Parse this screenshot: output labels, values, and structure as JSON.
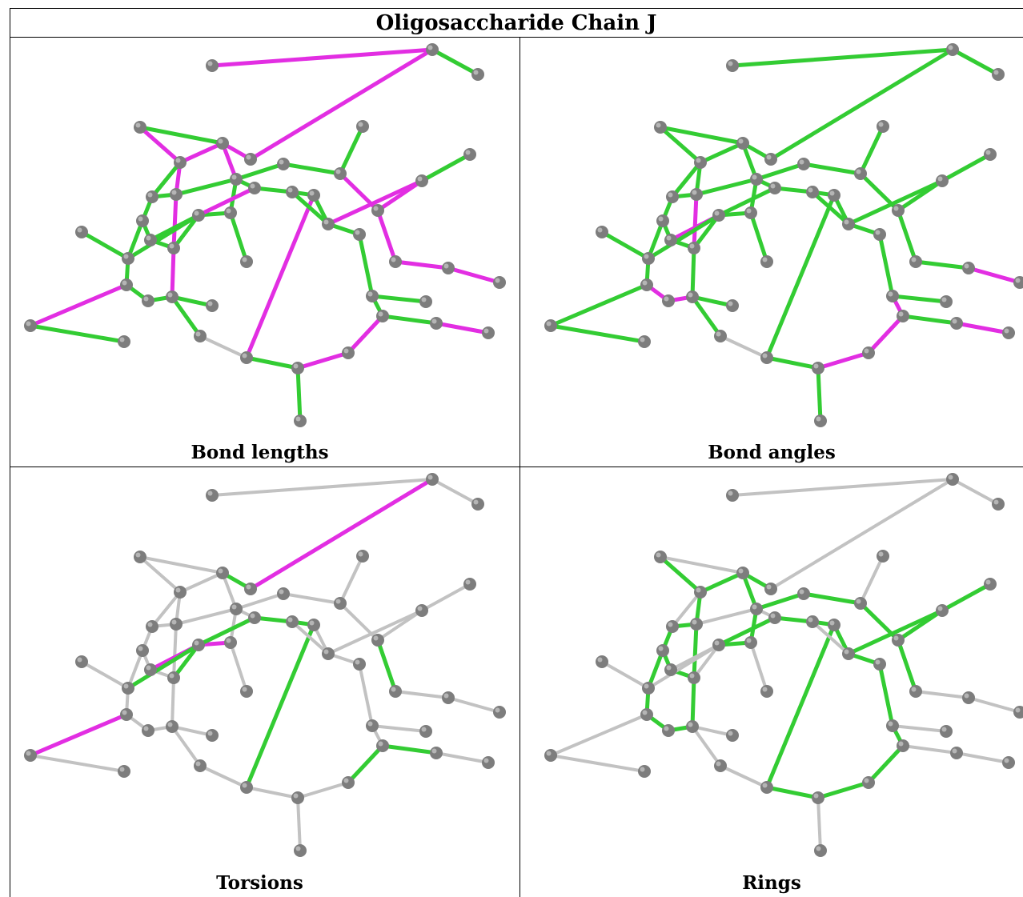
{
  "title": "Oligosaccharide Chain J",
  "colors": {
    "atom": "#7d7d7d",
    "atom_highlight": "#b5b5b5",
    "bond_ok": "#33cc33",
    "bond_outlier": "#e22ee2",
    "bond_neutral": "#c2c2c2"
  },
  "panels": [
    {
      "caption": "Bond lengths"
    },
    {
      "caption": "Bond angles"
    },
    {
      "caption": "Torsions"
    },
    {
      "caption": "Rings"
    }
  ]
}
